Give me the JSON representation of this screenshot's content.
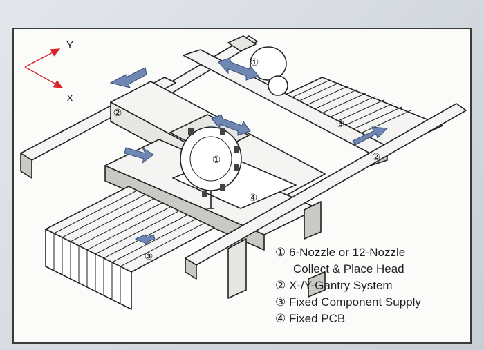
{
  "axes": {
    "y_label": "Y",
    "x_label": "X",
    "color": "#d7262b"
  },
  "callouts": [
    {
      "id": "c1a",
      "text": "①"
    },
    {
      "id": "c1b",
      "text": "①"
    },
    {
      "id": "c2a",
      "text": "②"
    },
    {
      "id": "c2b",
      "text": "②"
    },
    {
      "id": "c3a",
      "text": "③"
    },
    {
      "id": "c3b",
      "text": "③"
    },
    {
      "id": "c4",
      "text": "④"
    }
  ],
  "legend": [
    {
      "num": "①",
      "lines": [
        "6-Nozzle or 12-Nozzle",
        "Collect & Place Head"
      ]
    },
    {
      "num": "②",
      "lines": [
        "X-/Y-Gantry System"
      ]
    },
    {
      "num": "③",
      "lines": [
        "Fixed Component Supply"
      ]
    },
    {
      "num": "④",
      "lines": [
        "Fixed PCB"
      ]
    }
  ],
  "colors": {
    "arrow_fill": "#6f87b3",
    "line": "#222222",
    "fill_light": "#f4f4f2",
    "fill_shade": "#c9c9c6"
  }
}
